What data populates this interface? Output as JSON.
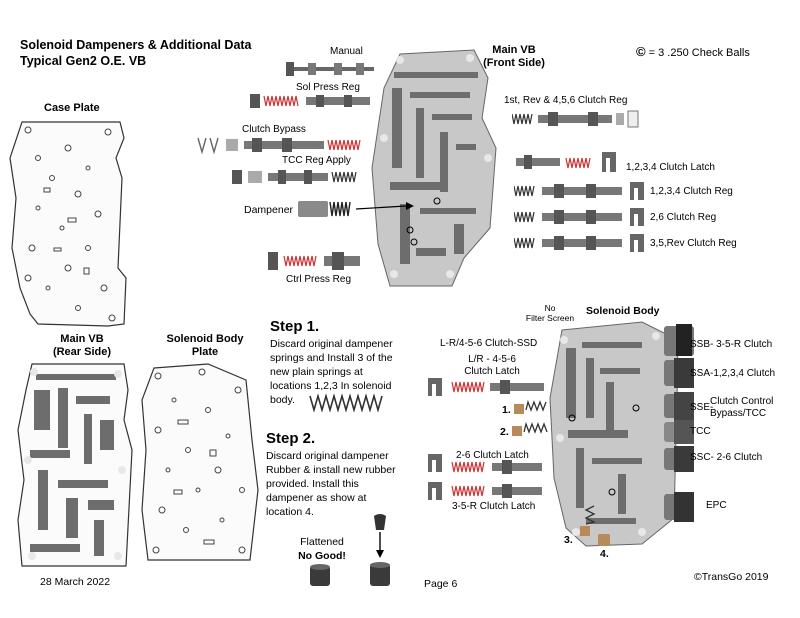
{
  "header": {
    "title_line1": "Solenoid Dampeners & Additional Data",
    "title_line2": "Typical Gen2 O.E. VB"
  },
  "legend": {
    "symbol": "©",
    "text": "= 3 .250 Check Balls"
  },
  "plates": {
    "case_plate": "Case Plate",
    "main_vb_rear_line1": "Main VB",
    "main_vb_rear_line2": "(Rear Side)",
    "solenoid_body_plate_line1": "Solenoid Body",
    "solenoid_body_plate_line2": "Plate"
  },
  "main_vb_front": {
    "title_line1": "Main VB",
    "title_line2": "(Front Side)",
    "labels": {
      "manual": "Manual",
      "sol_press_reg": "Sol Press Reg",
      "clutch_bypass": "Clutch Bypass",
      "tcc_reg_apply": "TCC Reg Apply",
      "dampener": "Dampener",
      "ctrl_press_reg": "Ctrl Press Reg",
      "clutch_reg_1st": "1st, Rev & 4,5,6 Clutch Reg",
      "clutch_latch_1234": "1,2,3,4 Clutch Latch",
      "clutch_reg_1234": "1,2,3,4 Clutch Reg",
      "clutch_reg_26": "2,6 Clutch Reg",
      "clutch_reg_35rev": "3,5,Rev Clutch Reg"
    }
  },
  "steps": {
    "step1_heading": "Step 1.",
    "step1_text": "Discard original dampener springs and Install 3 of the new plain springs at locations 1,2,3 In solenoid body.",
    "step2_heading": "Step 2.",
    "step2_text": "Discard original dampener Rubber & install new rubber provided.  Install this dampener as show at location 4.",
    "flattened_line1": "Flattened",
    "flattened_line2": "No Good!"
  },
  "solenoid_body": {
    "title": "Solenoid Body",
    "no_filter_line1": "No",
    "no_filter_line2": "Filter Screen",
    "labels": {
      "lr_456_ssd": "L-R/4-5-6 Clutch-SSD",
      "lr_456_latch_line1": "L/R -  4-5-6",
      "lr_456_latch_line2": "Clutch Latch",
      "latch_26": "2-6 Clutch Latch",
      "latch_35r": "3-5-R Clutch Latch",
      "ssb": "SSB- 3-5-R Clutch",
      "ssa": "SSA-1,2,3,4 Clutch",
      "sse_prefix": "SSE-",
      "sse_line1": "Clutch Control",
      "sse_line2": "Bypass/TCC",
      "tcc": "TCC",
      "ssc": "SSC- 2-6 Clutch",
      "epc": "EPC"
    },
    "locations": [
      "1.",
      "2.",
      "3.",
      "4."
    ]
  },
  "footer": {
    "date": "28 March 2022",
    "page": "Page 6",
    "copyright": "©TransGo 2019"
  }
}
